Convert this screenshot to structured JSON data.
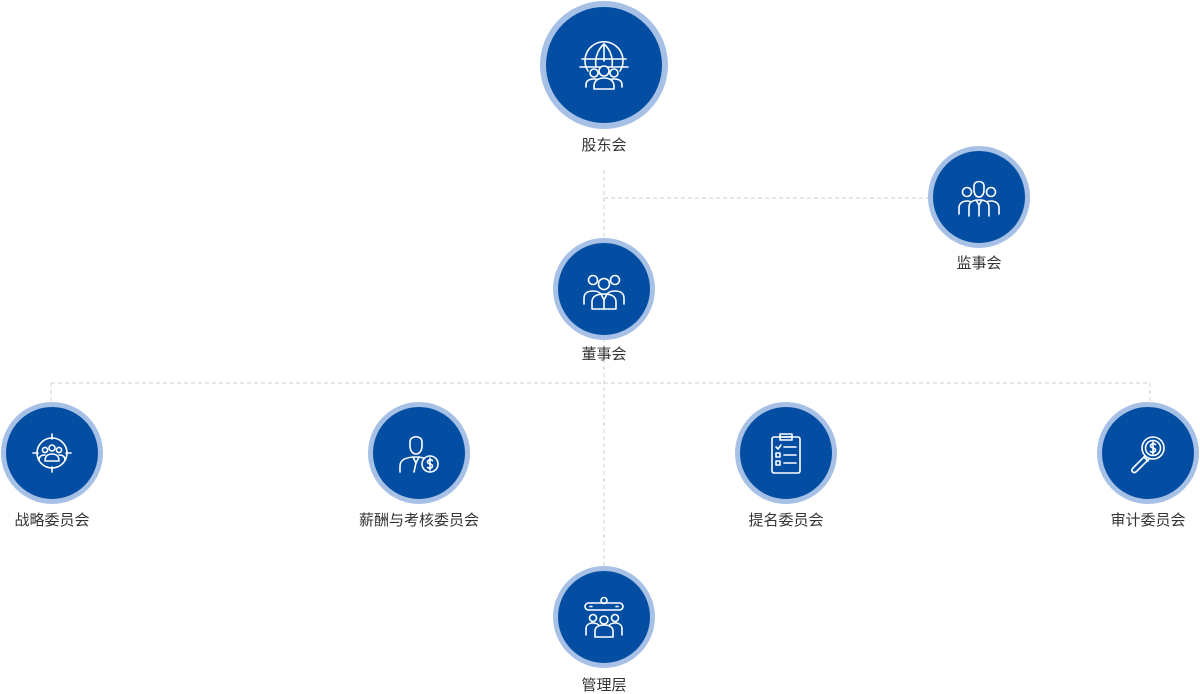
{
  "colors": {
    "node_fill": "#034ea2",
    "node_ring": "#a7c1e6",
    "connector": "#cfcfcf",
    "label_text": "#333333",
    "icon_stroke": "#ffffff"
  },
  "nodes": {
    "shareholders": {
      "label": "股东会",
      "icon": "globe-people-icon"
    },
    "supervisory": {
      "label": "监事会",
      "icon": "people-group-icon"
    },
    "board": {
      "label": "董事会",
      "icon": "team-icon"
    },
    "strategy": {
      "label": "战略委员会",
      "icon": "target-people-icon"
    },
    "compensation": {
      "label": "薪酬与考核委员会",
      "icon": "person-money-icon"
    },
    "nomination": {
      "label": "提名委员会",
      "icon": "clipboard-checklist-icon"
    },
    "audit": {
      "label": "审计委员会",
      "icon": "magnifier-dollar-icon"
    },
    "management": {
      "label": "管理层",
      "icon": "management-team-icon"
    }
  }
}
